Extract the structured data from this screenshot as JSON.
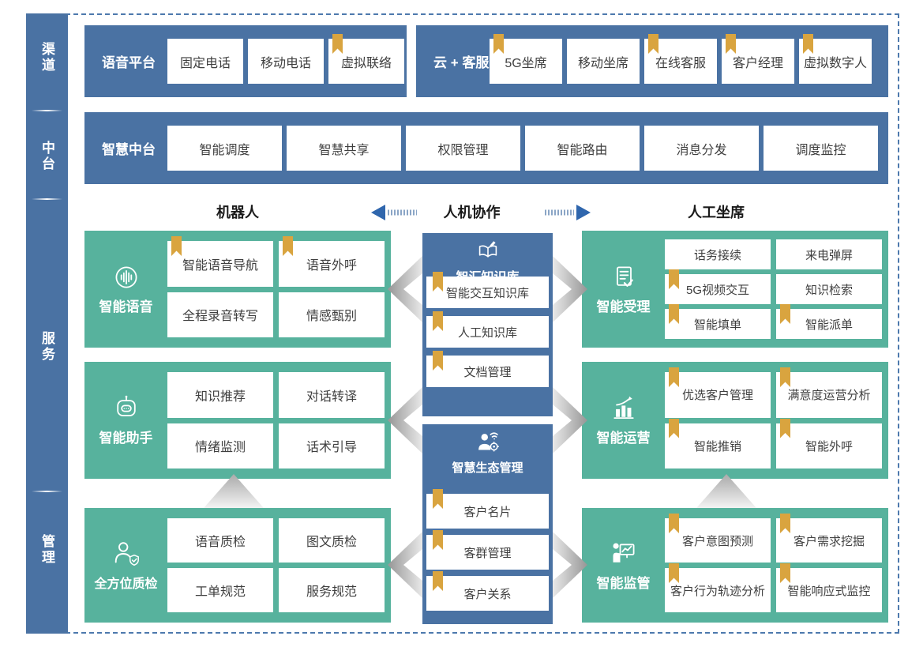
{
  "palette": {
    "bar_blue": "#4a72a3",
    "panel_green": "#57b29d",
    "bookmark_gold": "#d9a43f",
    "arrow_blue": "#2f66ad",
    "frame_dash_blue": "#4d79ad",
    "box_text": "#3f3f3f"
  },
  "sidebar": {
    "items": [
      {
        "label": "渠道"
      },
      {
        "label": "中台"
      },
      {
        "label": "服务"
      },
      {
        "label": "管理"
      }
    ]
  },
  "channel_row": {
    "voice_platform": {
      "label": "语音平台",
      "items": [
        {
          "label": "固定电话",
          "bookmark": false
        },
        {
          "label": "移动电话",
          "bookmark": false
        },
        {
          "label": "虚拟联络",
          "bookmark": true
        }
      ]
    },
    "cloud_service": {
      "label": "云 + 客服",
      "items": [
        {
          "label": "5G坐席",
          "bookmark": true
        },
        {
          "label": "移动坐席",
          "bookmark": false
        },
        {
          "label": "在线客服",
          "bookmark": true
        },
        {
          "label": "客户经理",
          "bookmark": true
        },
        {
          "label": "虚拟数字人",
          "bookmark": true
        }
      ]
    }
  },
  "mid_platform": {
    "label": "智慧中台",
    "items": [
      {
        "label": "智能调度",
        "bookmark": false
      },
      {
        "label": "智慧共享",
        "bookmark": false
      },
      {
        "label": "权限管理",
        "bookmark": false
      },
      {
        "label": "智能路由",
        "bookmark": false
      },
      {
        "label": "消息分发",
        "bookmark": false
      },
      {
        "label": "调度监控",
        "bookmark": false
      }
    ]
  },
  "collab_header": {
    "left": "机器人",
    "center": "人机协作",
    "right": "人工坐席"
  },
  "robot_column": {
    "sections": [
      {
        "title": "智能语音",
        "icon": "voice-wave-icon",
        "items": [
          {
            "label": "智能语音导航",
            "bookmark": true
          },
          {
            "label": "语音外呼",
            "bookmark": true
          },
          {
            "label": "全程录音转写",
            "bookmark": false
          },
          {
            "label": "情感甄别",
            "bookmark": false
          }
        ]
      },
      {
        "title": "智能助手",
        "icon": "robot-icon",
        "items": [
          {
            "label": "知识推荐",
            "bookmark": false
          },
          {
            "label": "对话转译",
            "bookmark": false
          },
          {
            "label": "情绪监测",
            "bookmark": false
          },
          {
            "label": "话术引导",
            "bookmark": false
          }
        ]
      },
      {
        "title": "全方位质检",
        "icon": "quality-inspector-icon",
        "items": [
          {
            "label": "语音质检",
            "bookmark": false
          },
          {
            "label": "图文质检",
            "bookmark": false
          },
          {
            "label": "工单规范",
            "bookmark": false
          },
          {
            "label": "服务规范",
            "bookmark": false
          }
        ]
      }
    ]
  },
  "center_column": {
    "sections": [
      {
        "title": "智汇知识库",
        "icon": "knowledge-book-icon",
        "items": [
          {
            "label": "智能交互知识库",
            "bookmark": true
          },
          {
            "label": "人工知识库",
            "bookmark": true
          },
          {
            "label": "文档管理",
            "bookmark": true
          }
        ]
      },
      {
        "title": "智慧生态管理",
        "icon": "eco-person-icon",
        "items": [
          {
            "label": "客户名片",
            "bookmark": true
          },
          {
            "label": "客群管理",
            "bookmark": true
          },
          {
            "label": "客户关系",
            "bookmark": true
          }
        ]
      }
    ]
  },
  "agent_column": {
    "sections": [
      {
        "title": "智能受理",
        "icon": "document-check-icon",
        "items": [
          {
            "label": "话务接续",
            "bookmark": false
          },
          {
            "label": "来电弹屏",
            "bookmark": false
          },
          {
            "label": "5G视频交互",
            "bookmark": true
          },
          {
            "label": "知识检索",
            "bookmark": false
          },
          {
            "label": "智能填单",
            "bookmark": true
          },
          {
            "label": "智能派单",
            "bookmark": true
          }
        ]
      },
      {
        "title": "智能运营",
        "icon": "chart-growth-icon",
        "items": [
          {
            "label": "优选客户管理",
            "bookmark": true
          },
          {
            "label": "满意度运营分析",
            "bookmark": true
          },
          {
            "label": "智能推销",
            "bookmark": true
          },
          {
            "label": "智能外呼",
            "bookmark": true
          }
        ]
      },
      {
        "title": "智能监管",
        "icon": "presenter-board-icon",
        "items": [
          {
            "label": "客户意图预测",
            "bookmark": true
          },
          {
            "label": "客户需求挖掘",
            "bookmark": true
          },
          {
            "label": "客户行为轨迹分析",
            "bookmark": true
          },
          {
            "label": "智能响应式监控",
            "bookmark": true
          }
        ]
      }
    ]
  }
}
